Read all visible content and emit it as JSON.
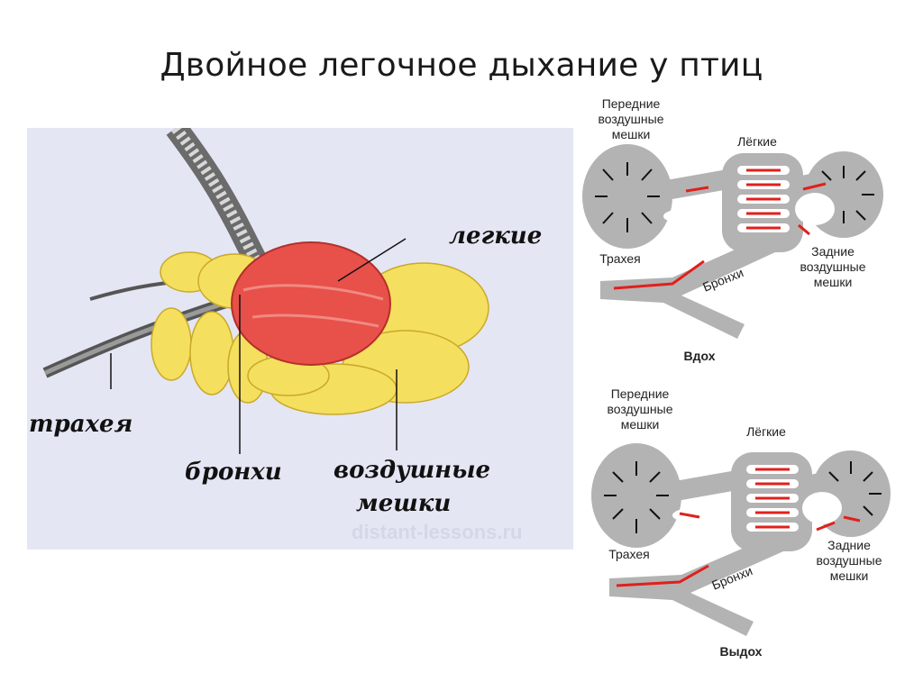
{
  "title": "Двойное легочное дыхание у птиц",
  "anatomy": {
    "label_lungs": "легкие",
    "label_trachea": "трахея",
    "label_bronchi": "бронхи",
    "label_sacs_line1": "воздушные",
    "label_sacs_line2": "мешки",
    "watermark": "distant-lessons.ru"
  },
  "inhale": {
    "front_sacs": [
      "Передние",
      "воздушные",
      "мешки"
    ],
    "lungs": "Лёгкие",
    "trachea": "Трахея",
    "bronchi": "Бронхи",
    "rear_sacs": [
      "Задние",
      "воздушные",
      "мешки"
    ],
    "caption": "Вдох"
  },
  "exhale": {
    "front_sacs": [
      "Передние",
      "воздушные",
      "мешки"
    ],
    "lungs": "Лёгкие",
    "trachea": "Трахея",
    "bronchi": "Бронхи",
    "rear_sacs": [
      "Задние",
      "воздушные",
      "мешки"
    ],
    "caption": "Выдох"
  },
  "colors": {
    "background_panel": "#e4e6f4",
    "sacs_yellow": "#f5df5e",
    "lung_red": "#e8504a",
    "schematic_gray": "#b3b3b3",
    "arrow_red": "#e0201c"
  }
}
